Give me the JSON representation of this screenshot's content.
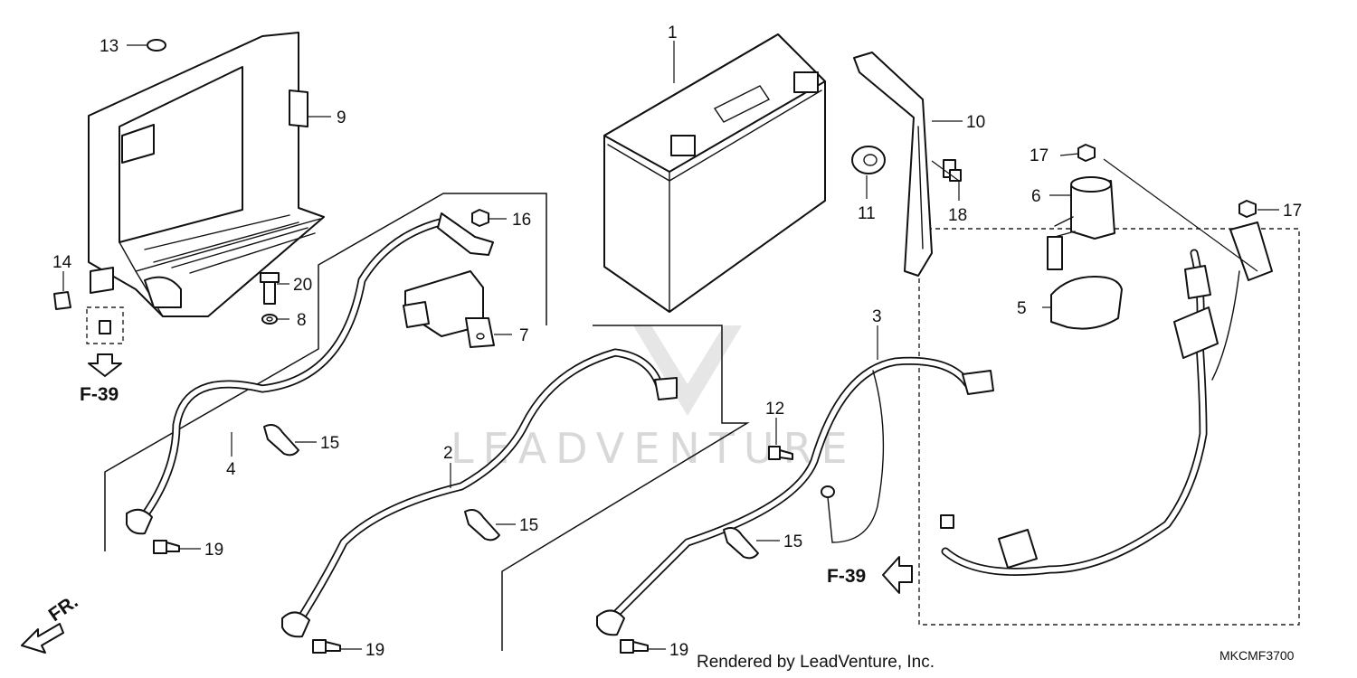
{
  "diagram": {
    "callouts": [
      {
        "id": "p1",
        "text": "1"
      },
      {
        "id": "p2",
        "text": "2"
      },
      {
        "id": "p3",
        "text": "3"
      },
      {
        "id": "p4",
        "text": "4"
      },
      {
        "id": "p5",
        "text": "5"
      },
      {
        "id": "p6",
        "text": "6"
      },
      {
        "id": "p7",
        "text": "7"
      },
      {
        "id": "p8",
        "text": "8"
      },
      {
        "id": "p9",
        "text": "9"
      },
      {
        "id": "p10",
        "text": "10"
      },
      {
        "id": "p11",
        "text": "11"
      },
      {
        "id": "p12",
        "text": "12"
      },
      {
        "id": "p13",
        "text": "13"
      },
      {
        "id": "p14",
        "text": "14"
      },
      {
        "id": "p15a",
        "text": "15"
      },
      {
        "id": "p15b",
        "text": "15"
      },
      {
        "id": "p15c",
        "text": "15"
      },
      {
        "id": "p16",
        "text": "16"
      },
      {
        "id": "p17a",
        "text": "17"
      },
      {
        "id": "p17b",
        "text": "17"
      },
      {
        "id": "p18",
        "text": "18"
      },
      {
        "id": "p19a",
        "text": "19"
      },
      {
        "id": "p19b",
        "text": "19"
      },
      {
        "id": "p19c",
        "text": "19"
      },
      {
        "id": "p20",
        "text": "20"
      }
    ],
    "refs": {
      "ref_left": "F-39",
      "ref_right": "F-39"
    },
    "direction": "FR.",
    "watermark": "LEADVENTURE",
    "credit": "Rendered by LeadVenture, Inc.",
    "drawing_code": "MKCMF3700"
  }
}
